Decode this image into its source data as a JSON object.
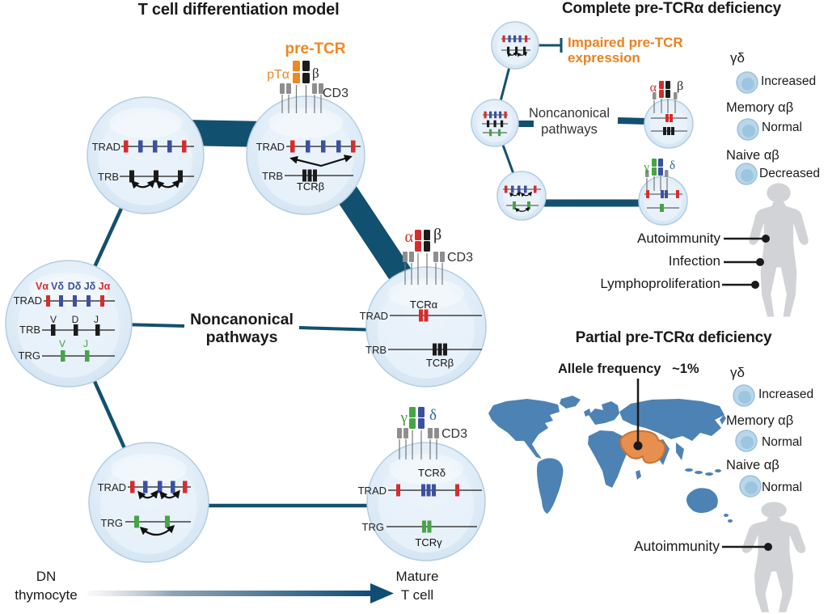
{
  "colors": {
    "navy": "#12506f",
    "red": "#d62c2c",
    "blue": "#3c50a0",
    "green": "#47a447",
    "orange": "#ee8822",
    "map_blue": "#4d82b4",
    "region_orange": "#e78f4f",
    "cell_fill": "#dfecf7",
    "silhouette_gray": "#d2d3d6",
    "black": "#1a1a1a"
  },
  "left": {
    "title": "T cell differentiation model",
    "pre_tcr": "pre-TCR",
    "pta": "pTα",
    "alpha": "α",
    "beta": "β",
    "gamma": "γ",
    "delta": "δ",
    "cd3": "CD3",
    "noncanonical": [
      "Noncanonical",
      "pathways"
    ],
    "genes": {
      "trad": "TRAD",
      "trb": "TRB",
      "trg": "TRG"
    },
    "products": {
      "tcra": "TCRα",
      "tcrb": "TCRβ",
      "tcrg": "TCRγ",
      "tcrd": "TCRδ"
    },
    "germline": {
      "va": "Vα",
      "vd": "Vδ",
      "dd": "Dδ",
      "jd": "Jδ",
      "ja": "Jα",
      "v": "V",
      "d": "D",
      "j": "J"
    },
    "footer": {
      "start": [
        "DN",
        "thymocyte"
      ],
      "end": [
        "Mature",
        "T cell"
      ]
    }
  },
  "complete": {
    "title": "Complete pre-TCRα deficiency",
    "impaired": [
      "Impaired pre-TCR",
      "expression"
    ],
    "noncanonical": [
      "Noncanonical",
      "pathways"
    ],
    "alpha": "α",
    "beta": "β",
    "gamma": "γ",
    "delta": "δ",
    "legend": [
      {
        "label": "γδ",
        "status": "Increased"
      },
      {
        "label": "Memory αβ",
        "status": "Normal"
      },
      {
        "label": "Naive αβ",
        "status": "Decreased"
      }
    ],
    "conditions": [
      "Autoimmunity",
      "Infection",
      "Lymphoproliferation"
    ]
  },
  "partial": {
    "title": "Partial pre-TCRα deficiency",
    "allele_label": "Allele frequency",
    "allele_value": "~1%",
    "legend": [
      {
        "label": "γδ",
        "status": "Increased"
      },
      {
        "label": "Memory αβ",
        "status": "Normal"
      },
      {
        "label": "Naive αβ",
        "status": "Normal"
      }
    ],
    "conditions": [
      "Autoimmunity"
    ]
  }
}
